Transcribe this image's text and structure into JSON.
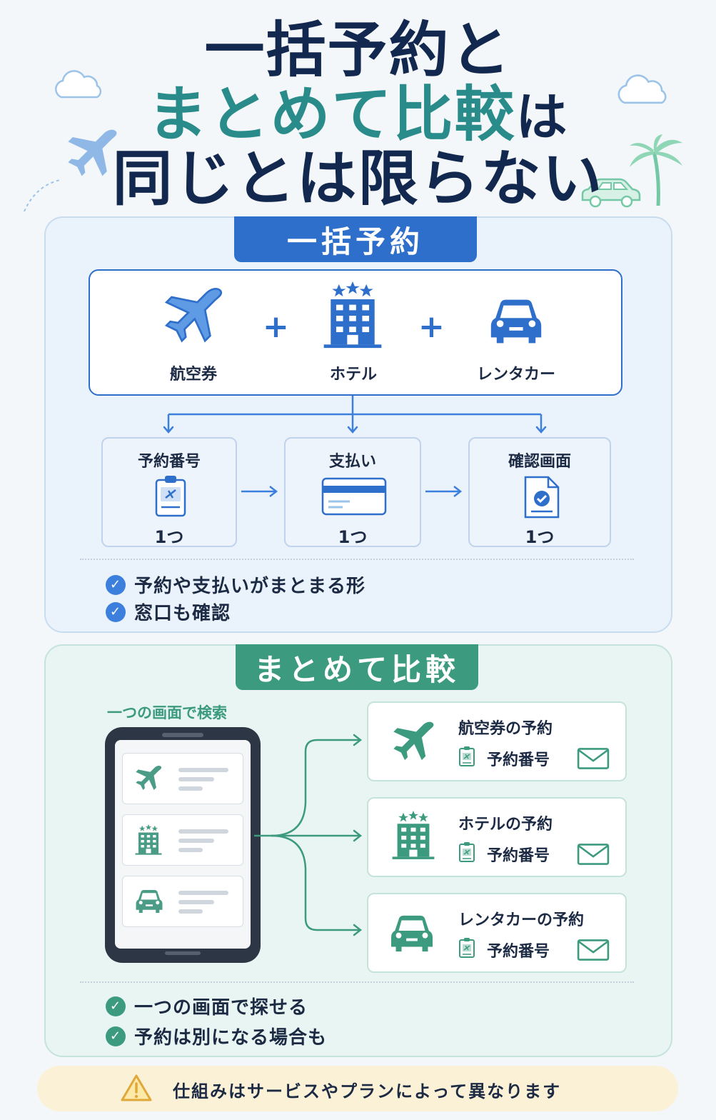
{
  "title": {
    "line1": "一括予約と",
    "line2_main": "まとめて比較",
    "line2_suffix": "は",
    "line3": "同じとは限らない"
  },
  "bulk": {
    "heading": "一括予約",
    "items": [
      {
        "label": "航空券",
        "icon": "airplane-icon"
      },
      {
        "label": "ホテル",
        "icon": "hotel-icon"
      },
      {
        "label": "レンタカー",
        "icon": "car-icon"
      }
    ],
    "plus": "+",
    "steps": [
      {
        "title": "予約番号",
        "count": "1つ",
        "icon": "ticket-icon"
      },
      {
        "title": "支払い",
        "count": "1つ",
        "icon": "credit-card-icon"
      },
      {
        "title": "確認画面",
        "count": "1つ",
        "icon": "document-check-icon"
      }
    ],
    "checks": [
      "予約や支払いがまとまる形",
      "窓口も確認"
    ]
  },
  "compare": {
    "heading": "まとめて比較",
    "search_label": "一つの画面で検索",
    "results": [
      {
        "title": "航空券の予約",
        "number": "予約番号",
        "icon": "airplane-icon"
      },
      {
        "title": "ホテルの予約",
        "number": "予約番号",
        "icon": "hotel-icon"
      },
      {
        "title": "レンタカーの予約",
        "number": "予約番号",
        "icon": "car-icon"
      }
    ],
    "checks": [
      "一つの画面で探せる",
      "予約は別になる場合も"
    ]
  },
  "note": {
    "text": "仕組みはサービスやプランによって異なります",
    "icon": "warning-icon"
  },
  "colors": {
    "navy": "#13284f",
    "teal": "#2a8c8a",
    "blue": "#2f6fcc",
    "green": "#3c9b7e",
    "note_bg": "#fbf1d6"
  }
}
